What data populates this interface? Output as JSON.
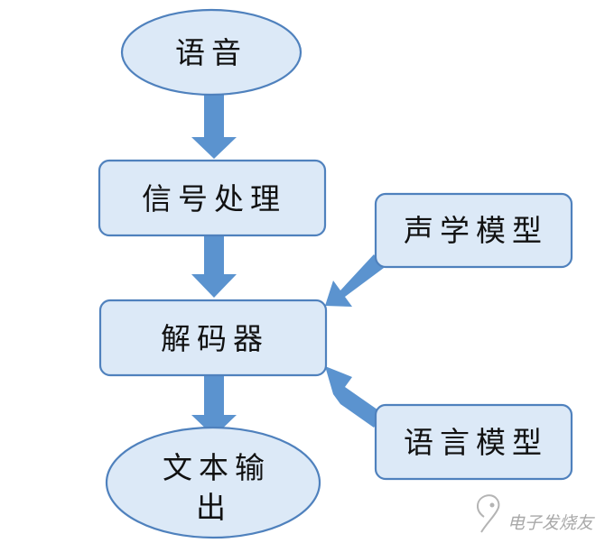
{
  "diagram": {
    "nodes": {
      "speech": "语音",
      "signal_processing": "信号处理",
      "acoustic_model": "声学模型",
      "decoder": "解码器",
      "language_model": "语言模型",
      "text_output_line1": "文本输",
      "text_output_line2": "出"
    },
    "edges": [
      {
        "from": "speech",
        "to": "signal_processing"
      },
      {
        "from": "signal_processing",
        "to": "decoder"
      },
      {
        "from": "acoustic_model",
        "to": "decoder"
      },
      {
        "from": "language_model",
        "to": "decoder"
      },
      {
        "from": "decoder",
        "to": "text_output"
      }
    ],
    "colors": {
      "node_fill": "#dce9f7",
      "node_border": "#4f81bd",
      "arrow": "#5b93cf"
    }
  },
  "watermark": {
    "text": "电子发烧友"
  }
}
